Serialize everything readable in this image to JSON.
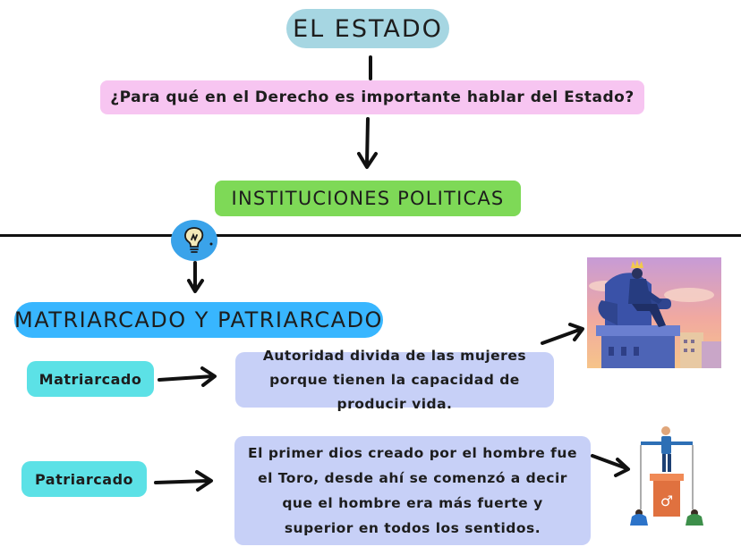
{
  "title": "EL ESTADO",
  "question": "¿Para qué en el Derecho es importante hablar del Estado?",
  "institutions": "INSTITUCIONES POLITICAS",
  "section": "MATRIARCADO Y PATRIARCADO",
  "matriarcado": {
    "label": "Matriarcado",
    "description": "Autoridad divida de las mujeres porque tienen la capacidad de producir vida."
  },
  "patriarcado": {
    "label": "Patriarcado",
    "description": "El primer dios creado por el hombre fue el Toro, desde ahí se comenzó a decir que el hombre era más fuerte y superior en todos los sentidos."
  },
  "icons": [
    "lightbulb-icon",
    "king-on-throne-illustration",
    "puppeteer-man-illustration",
    "male-symbol-icon"
  ],
  "colors": {
    "title_bg": "#a6d6e2",
    "question_bg": "#f7c5f1",
    "institutions_bg": "#7ed957",
    "section_bg": "#38b6ff",
    "label_bg": "#5ce1e6",
    "desc_bg": "#c7d0f7"
  }
}
